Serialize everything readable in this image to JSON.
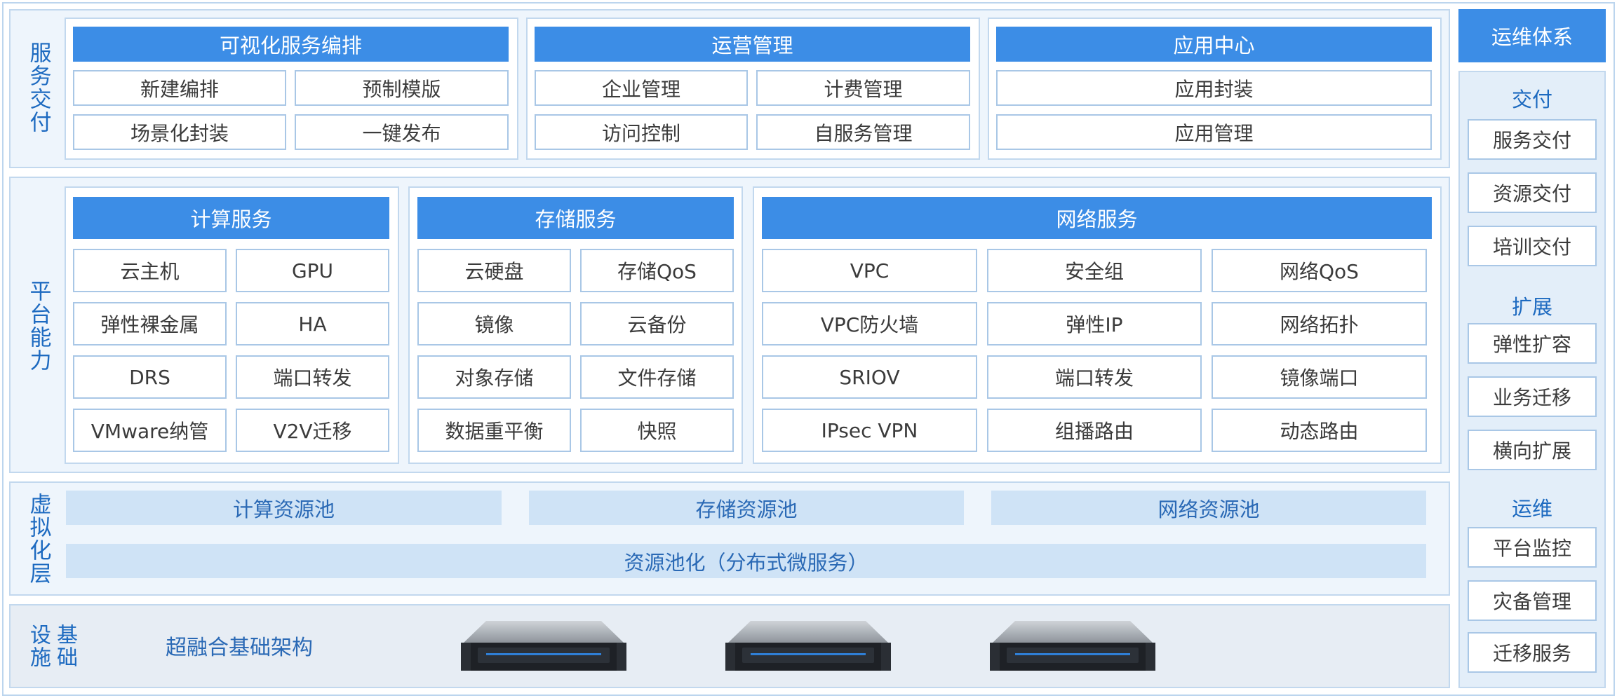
{
  "layers": {
    "service": "服务交付",
    "platform": "平台能力",
    "virtual": "虚拟化层",
    "infra_a": "基础",
    "infra_b": "设施"
  },
  "service_groups": [
    {
      "title": "可视化服务编排",
      "items": [
        "新建编排",
        "预制模版",
        "场景化封装",
        "一键发布"
      ]
    },
    {
      "title": "运营管理",
      "items": [
        "企业管理",
        "计费管理",
        "访问控制",
        "自服务管理"
      ]
    },
    {
      "title": "应用中心",
      "items": [
        "应用封装",
        "应用管理"
      ]
    }
  ],
  "platform_groups": [
    {
      "title": "计算服务",
      "items": [
        "云主机",
        "GPU",
        "弹性裸金属",
        "HA",
        "DRS",
        "端口转发",
        "VMware纳管",
        "V2V迁移"
      ]
    },
    {
      "title": "存储服务",
      "items": [
        "云硬盘",
        "存储QoS",
        "镜像",
        "云备份",
        "对象存储",
        "文件存储",
        "数据重平衡",
        "快照"
      ]
    },
    {
      "title": "网络服务",
      "items": [
        "VPC",
        "安全组",
        "网络QoS",
        "VPC防火墙",
        "弹性IP",
        "网络拓扑",
        "SRIOV",
        "端口转发",
        "镜像端口",
        "IPsec VPN",
        "组播路由",
        "动态路由"
      ]
    }
  ],
  "virtual": {
    "pools": [
      "计算资源池",
      "存储资源池",
      "网络资源池"
    ],
    "pooling": "资源池化（分布式微服务）"
  },
  "infra": {
    "text": "超融合基础架构"
  },
  "ops": {
    "title": "运维体系",
    "sections": [
      {
        "name": "交付",
        "items": [
          "服务交付",
          "资源交付",
          "培训交付"
        ]
      },
      {
        "name": "扩展",
        "items": [
          "弹性扩容",
          "业务迁移",
          "横向扩展"
        ]
      },
      {
        "name": "运维",
        "items": [
          "平台监控",
          "灾备管理",
          "迁移服务"
        ]
      }
    ]
  },
  "colors": {
    "header": "#3c8de6",
    "label": "#1d6ac0",
    "layer_bg": "#eef5fc",
    "pool_bg": "#cfe3f6"
  }
}
